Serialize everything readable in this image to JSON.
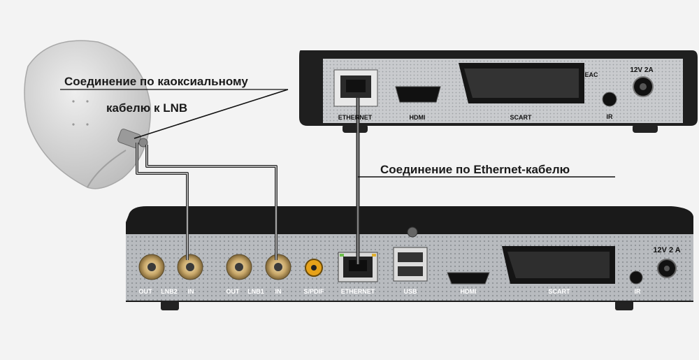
{
  "annotations": {
    "coax_line1": "Соединение по каоксиальному",
    "coax_line2": "кабелю к LNB",
    "ethernet": "Соединение по Ethernet-кабелю"
  },
  "top_box": {
    "ethernet": "ETHERNET",
    "hdmi": "HDMI",
    "scart": "SCART",
    "power": "12V 2A",
    "ir": "IR",
    "marks": "EAC"
  },
  "bottom_box": {
    "out_a": "OUT",
    "lnb2": "LNB2",
    "in_a": "IN",
    "out_b": "OUT",
    "lnb1": "LNB1",
    "in_b": "IN",
    "spdif": "S/PDIF",
    "ethernet": "ETHERNET",
    "usb": "USB",
    "hdmi": "HDMI",
    "scart": "SCART",
    "ir": "IR",
    "power": "12V 2 A"
  },
  "colors": {
    "cable": "#2b2b2b",
    "box_body": "#1c1c1c",
    "panel": "#b9bcc0",
    "dish": "#d9d9d9"
  }
}
